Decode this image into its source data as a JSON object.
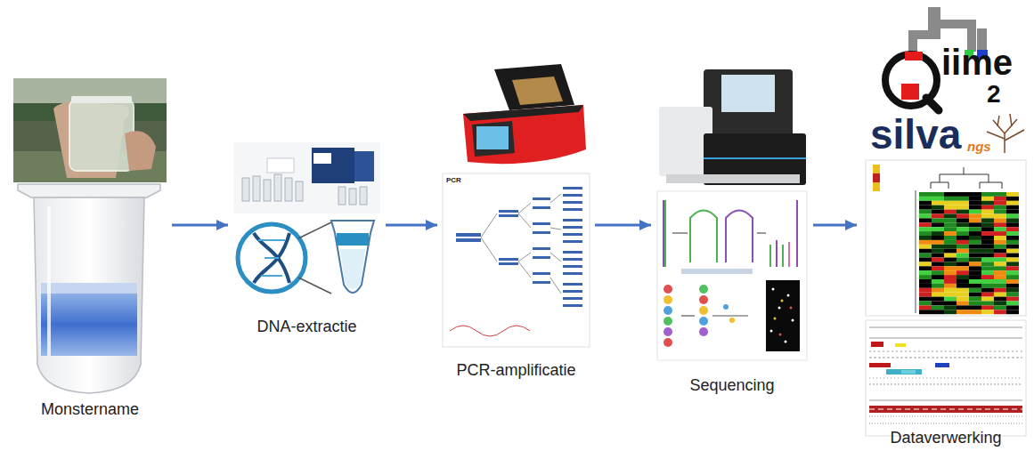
{
  "diagram": {
    "nodes": [
      {
        "text": [
          "Monstername"
        ]
      },
      {
        "text": [
          "DNA-extractie"
        ]
      },
      {
        "text": [
          "PCR-amplificatie"
        ]
      },
      {
        "text": [
          "Sequencing"
        ]
      },
      {
        "text": [
          "Dataverwerking"
        ]
      }
    ],
    "edges": [
      {
        "from": 0,
        "to": 1,
        "arrow": "to"
      },
      {
        "from": 1,
        "to": 2,
        "arrow": "to"
      },
      {
        "from": 2,
        "to": 3,
        "arrow": "to"
      },
      {
        "from": 3,
        "to": 4,
        "arrow": "to"
      }
    ],
    "labels": [
      "iime",
      "2",
      "silva",
      "ngs",
      "PCR"
    ]
  }
}
